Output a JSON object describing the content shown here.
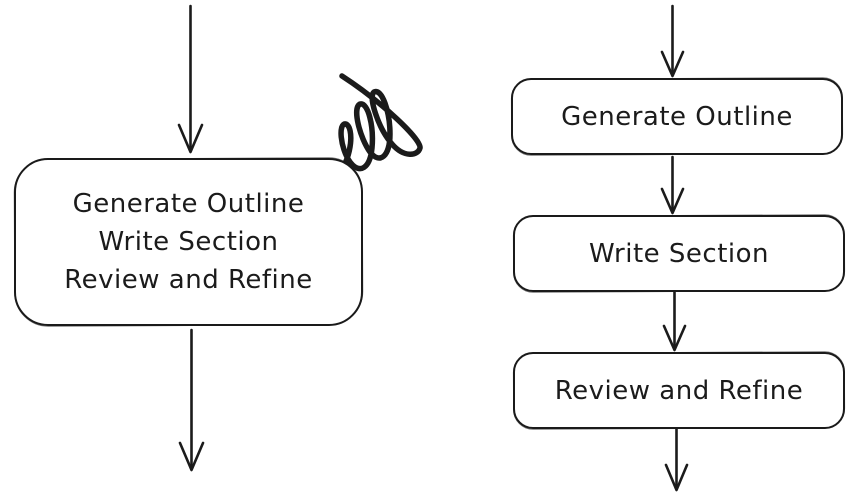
{
  "diagram": {
    "left_flow": {
      "combined_box_lines": [
        "Generate Outline",
        "Write Section",
        "Review and Refine"
      ],
      "annotation_icon": "scratch-out-scribble"
    },
    "right_flow": {
      "steps": [
        "Generate Outline",
        "Write Section",
        "Review and Refine"
      ]
    },
    "icons": {
      "down_arrow": "straight line with open V arrowhead",
      "scribble": "hand-drawn scratch-out squiggle"
    },
    "colors": {
      "stroke": "#1b1b1b",
      "background": "#ffffff"
    }
  }
}
